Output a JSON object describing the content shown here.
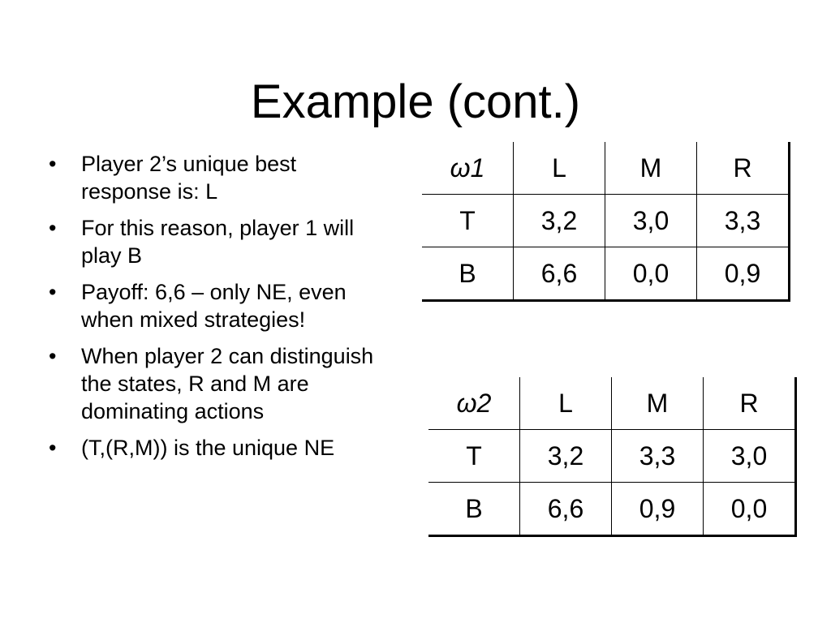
{
  "slide": {
    "title": "Example (cont.)",
    "bullets": [
      "Player 2’s unique best response is: L",
      "For this reason, player 1 will play B",
      "Payoff: 6,6 – only NE, even when mixed strategies!",
      "When player 2 can distinguish the states, R and M are dominating actions",
      "(T,(R,M)) is the unique NE"
    ],
    "bullet_glyph": "•"
  },
  "tables": [
    {
      "state": "ω1",
      "columns": [
        "L",
        "M",
        "R"
      ],
      "rows": [
        {
          "label": "T",
          "cells": [
            "3,2",
            "3,0",
            "3,3"
          ]
        },
        {
          "label": "B",
          "cells": [
            "6,6",
            "0,0",
            "0,9"
          ]
        }
      ]
    },
    {
      "state": "ω2",
      "columns": [
        "L",
        "M",
        "R"
      ],
      "rows": [
        {
          "label": "T",
          "cells": [
            "3,2",
            "3,3",
            "3,0"
          ]
        },
        {
          "label": "B",
          "cells": [
            "6,6",
            "0,9",
            "0,0"
          ]
        }
      ]
    }
  ]
}
